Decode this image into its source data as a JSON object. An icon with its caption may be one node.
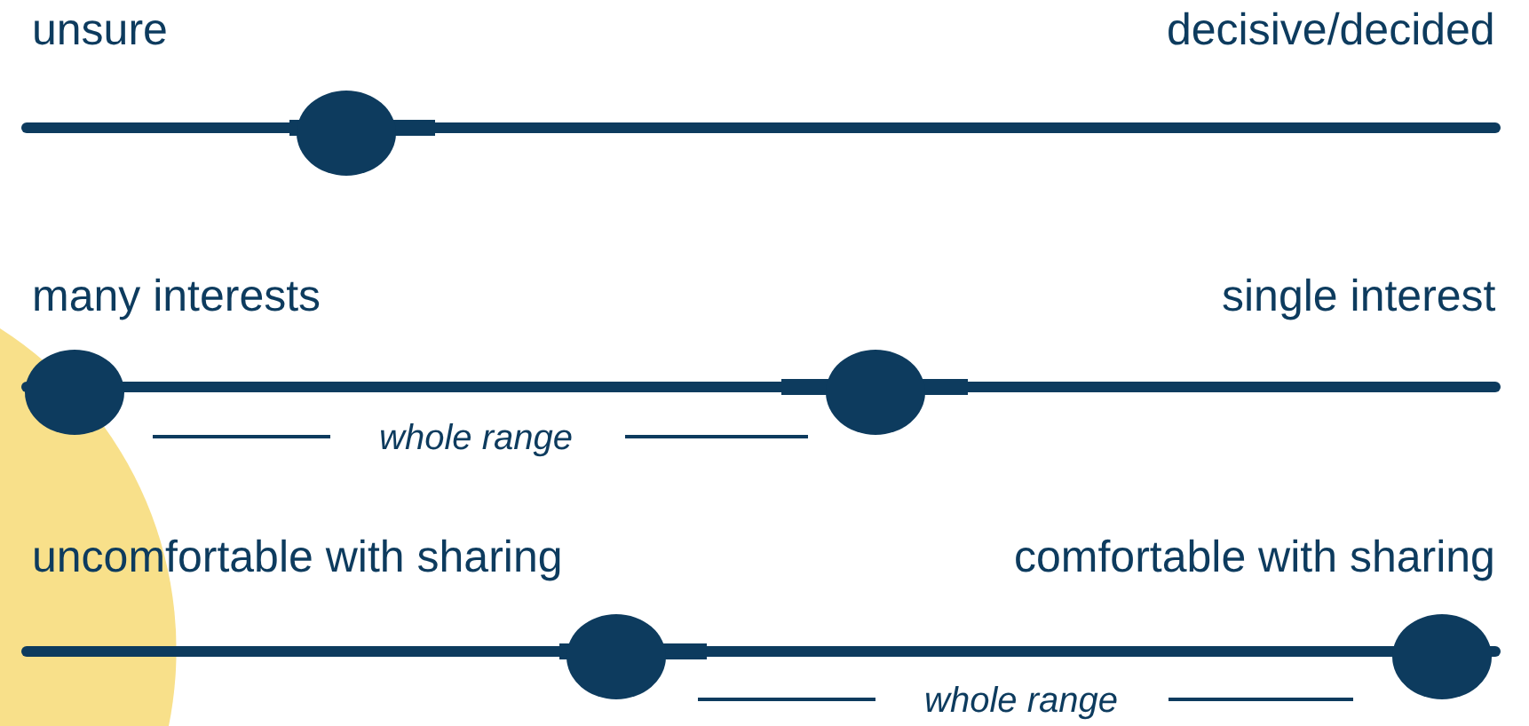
{
  "diagram": {
    "labels": [
      "unsure",
      "decisive/decided",
      "many interests",
      "single interest",
      "whole range",
      "uncomfortable with sharing",
      "comfortable with sharing",
      "whole range"
    ]
  }
}
